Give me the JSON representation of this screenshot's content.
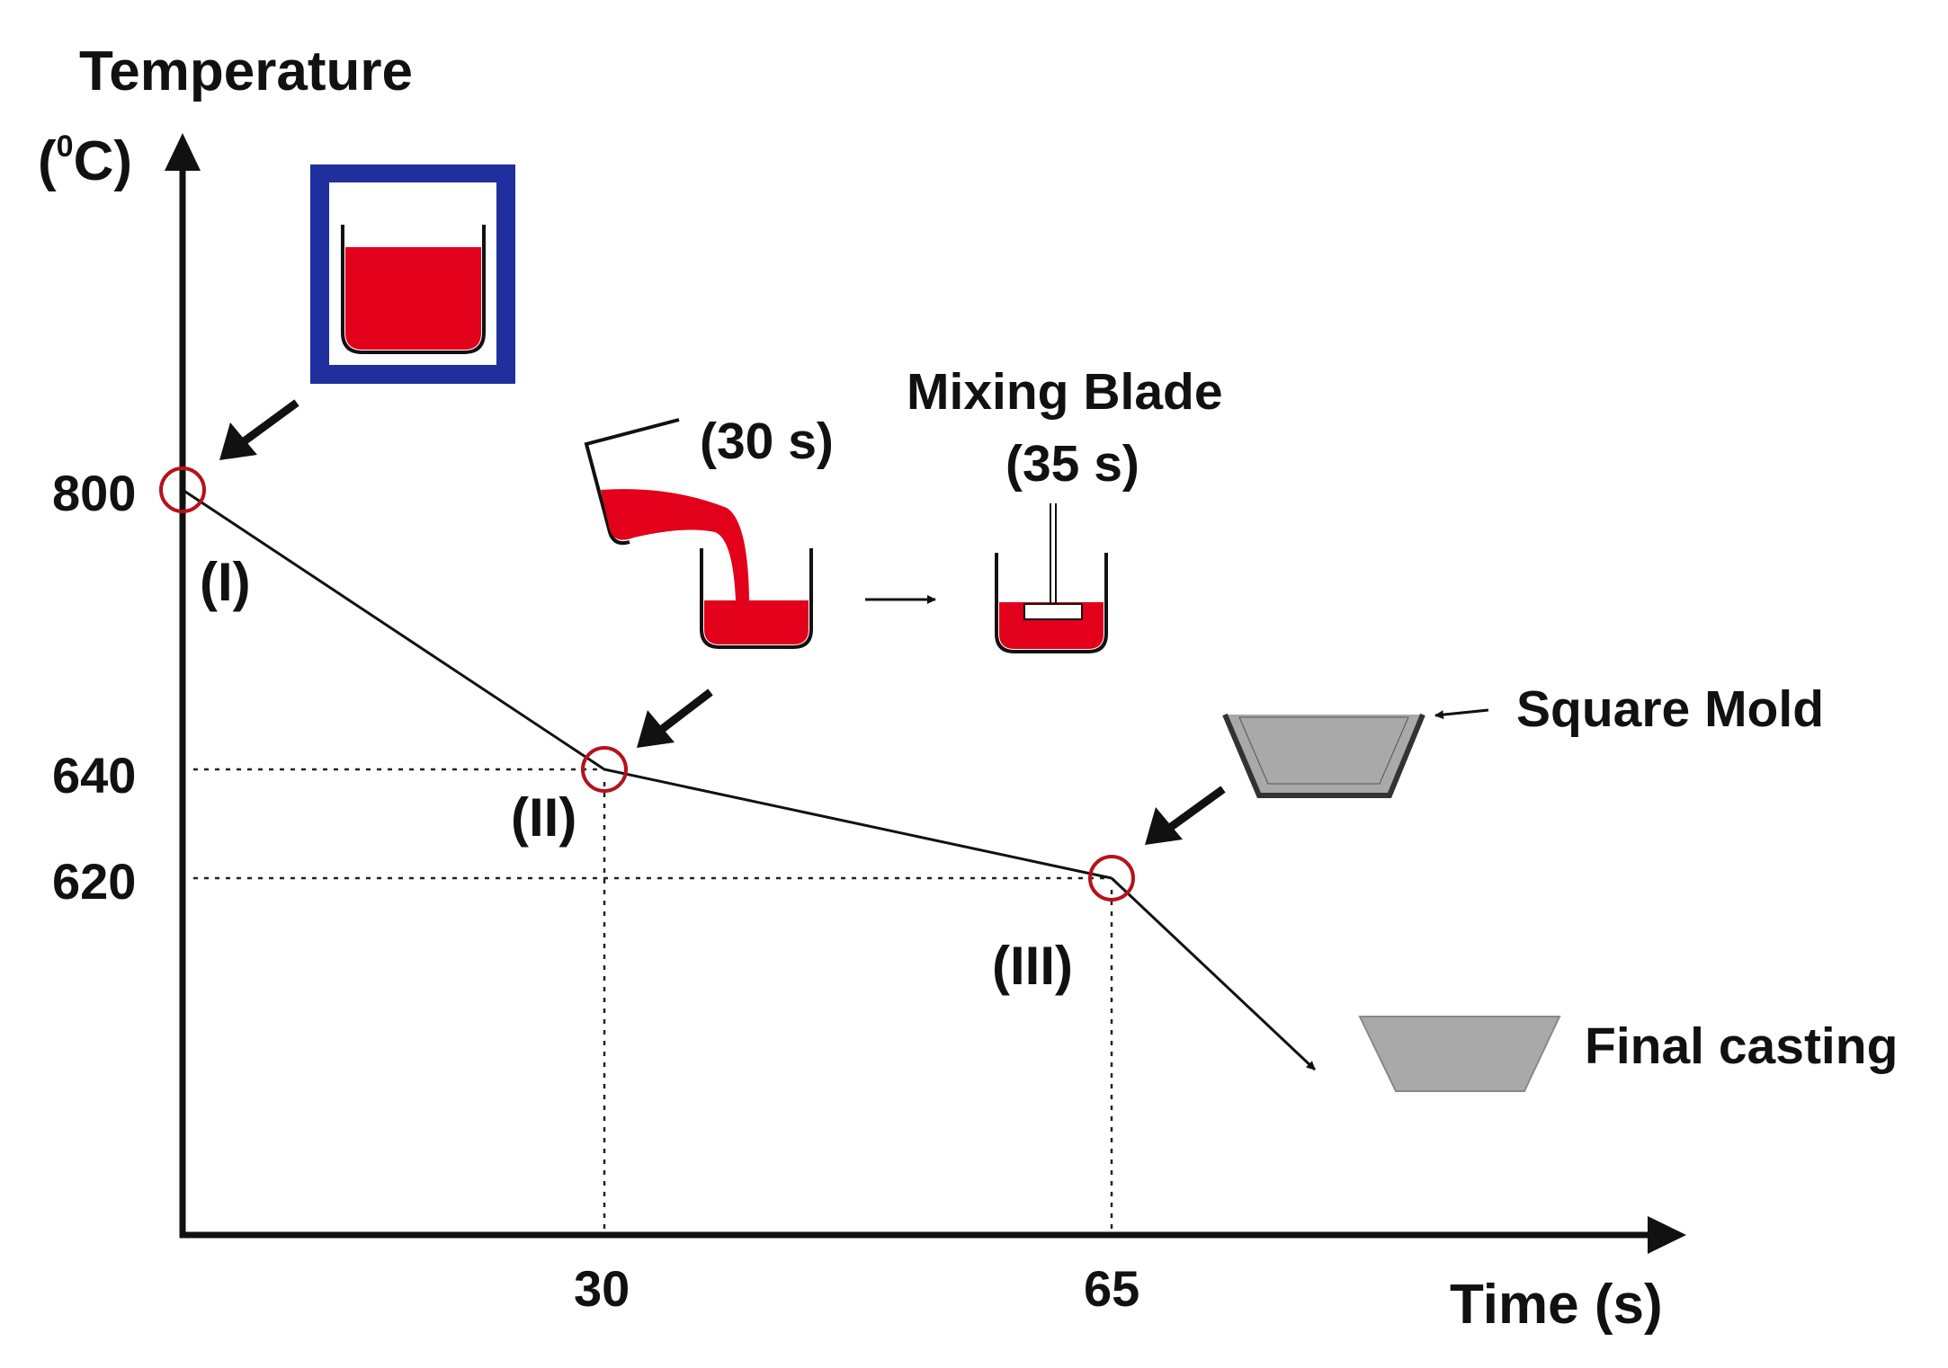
{
  "axes": {
    "y_title": "Temperature",
    "y_unit_open": "(",
    "y_unit_sup": "0",
    "y_unit_close": "C)",
    "x_title": "Time (s)",
    "y_ticks": [
      "800",
      "640",
      "620"
    ],
    "x_ticks": [
      "30",
      "65"
    ]
  },
  "stages": [
    {
      "label": "(I)",
      "time": 0,
      "temperature": 800
    },
    {
      "label": "(II)",
      "time": 30,
      "temperature": 640
    },
    {
      "label": "(III)",
      "time": 65,
      "temperature": 620
    }
  ],
  "annotations": {
    "pour_time": "(30 s)",
    "mixing_blade": "Mixing Blade",
    "mixing_time": "(35 s)",
    "square_mold": "Square Mold",
    "final_casting": "Final casting"
  },
  "colors": {
    "melt": "#e2001a",
    "furnace_frame": "#1f2f9e",
    "marker_ring": "#b5121b",
    "mold_gray": "#a9a9a9"
  },
  "icons": [
    "furnace-icon",
    "pouring-crucible-icon",
    "mixing-crucible-icon",
    "square-mold-icon",
    "final-casting-icon"
  ]
}
